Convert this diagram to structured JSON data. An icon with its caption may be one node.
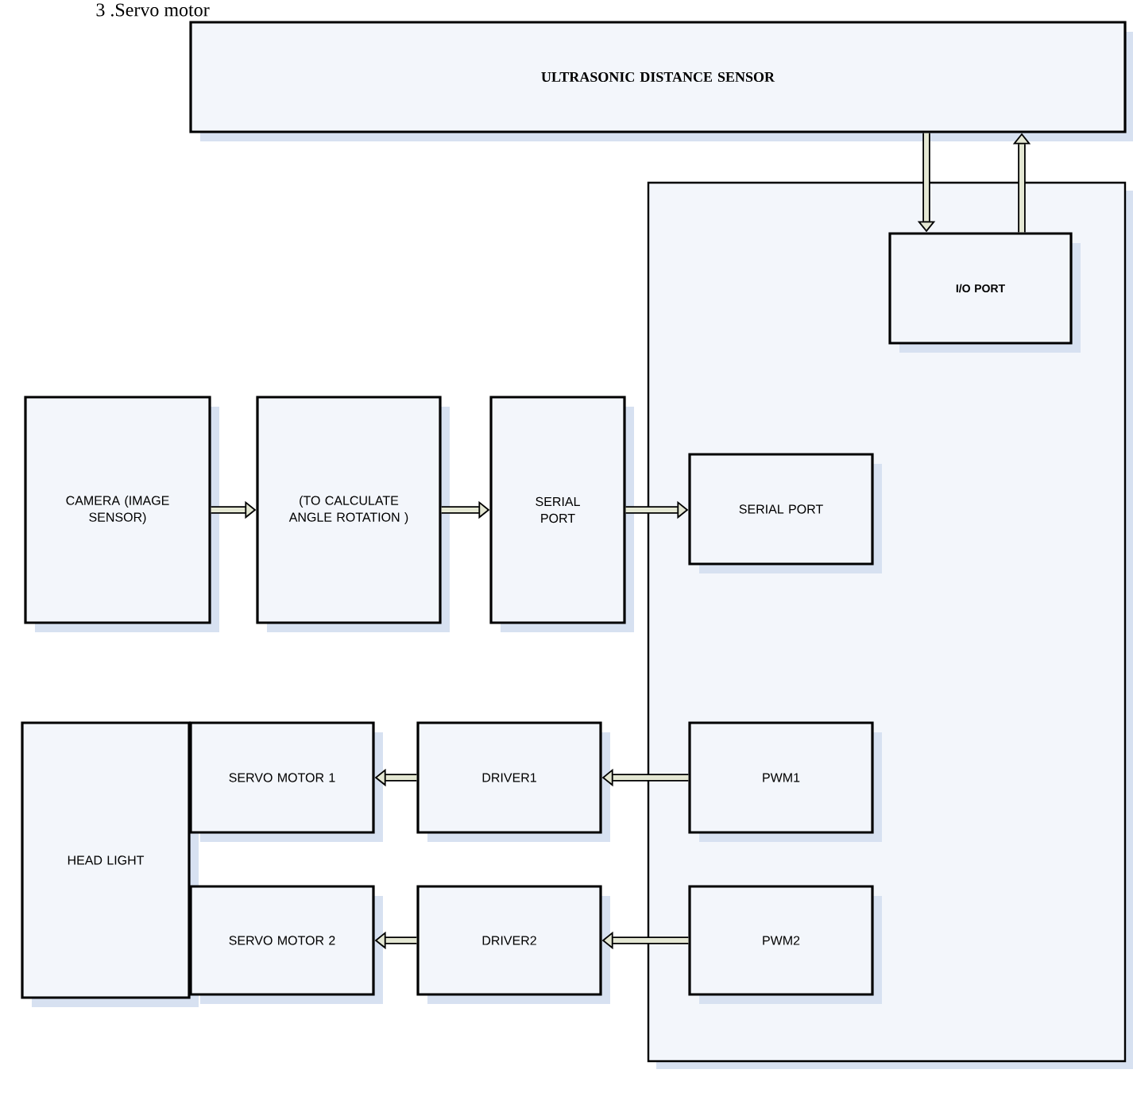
{
  "diagram": {
    "nodes": [
      {
        "text": [
          "ULTRASONIC DISTANCE SENSOR"
        ]
      },
      {
        "text": [],
        "shape": "box"
      },
      {
        "text": [
          "I/O PORT"
        ],
        "in": 1
      },
      {
        "text": [
          "CAMERA (IMAGE SENSOR)"
        ]
      },
      {
        "text": [
          "(TO CALCULATE ANGLE ROTATION )"
        ]
      },
      {
        "text": [
          "SERIAL PORT"
        ]
      },
      {
        "text": [
          "SERIAL PORT"
        ],
        "in": 1
      },
      {
        "text": [
          "HEAD LIGHT"
        ]
      },
      {
        "text": [
          "SERVO MOTOR 1"
        ]
      },
      {
        "text": [
          "DRIVER1"
        ]
      },
      {
        "text": [
          "PWM1"
        ],
        "in": 1
      },
      {
        "text": [
          "SERVO MOTOR 2"
        ]
      },
      {
        "text": [
          "DRIVER2"
        ]
      },
      {
        "text": [
          "PWM2"
        ],
        "in": 1
      }
    ],
    "edges": [
      {
        "from": 0,
        "to": 2,
        "arrow": "to"
      },
      {
        "from": 2,
        "to": 0,
        "arrow": "to"
      },
      {
        "from": 3,
        "to": 4,
        "arrow": "to"
      },
      {
        "from": 4,
        "to": 5,
        "arrow": "to"
      },
      {
        "from": 5,
        "to": 6,
        "arrow": "to"
      },
      {
        "from": 10,
        "to": 9,
        "arrow": "to"
      },
      {
        "from": 9,
        "to": 8,
        "arrow": "to"
      },
      {
        "from": 13,
        "to": 12,
        "arrow": "to"
      },
      {
        "from": 12,
        "to": 11,
        "arrow": "to"
      }
    ],
    "labels": [
      "3 .Servo motor"
    ]
  }
}
